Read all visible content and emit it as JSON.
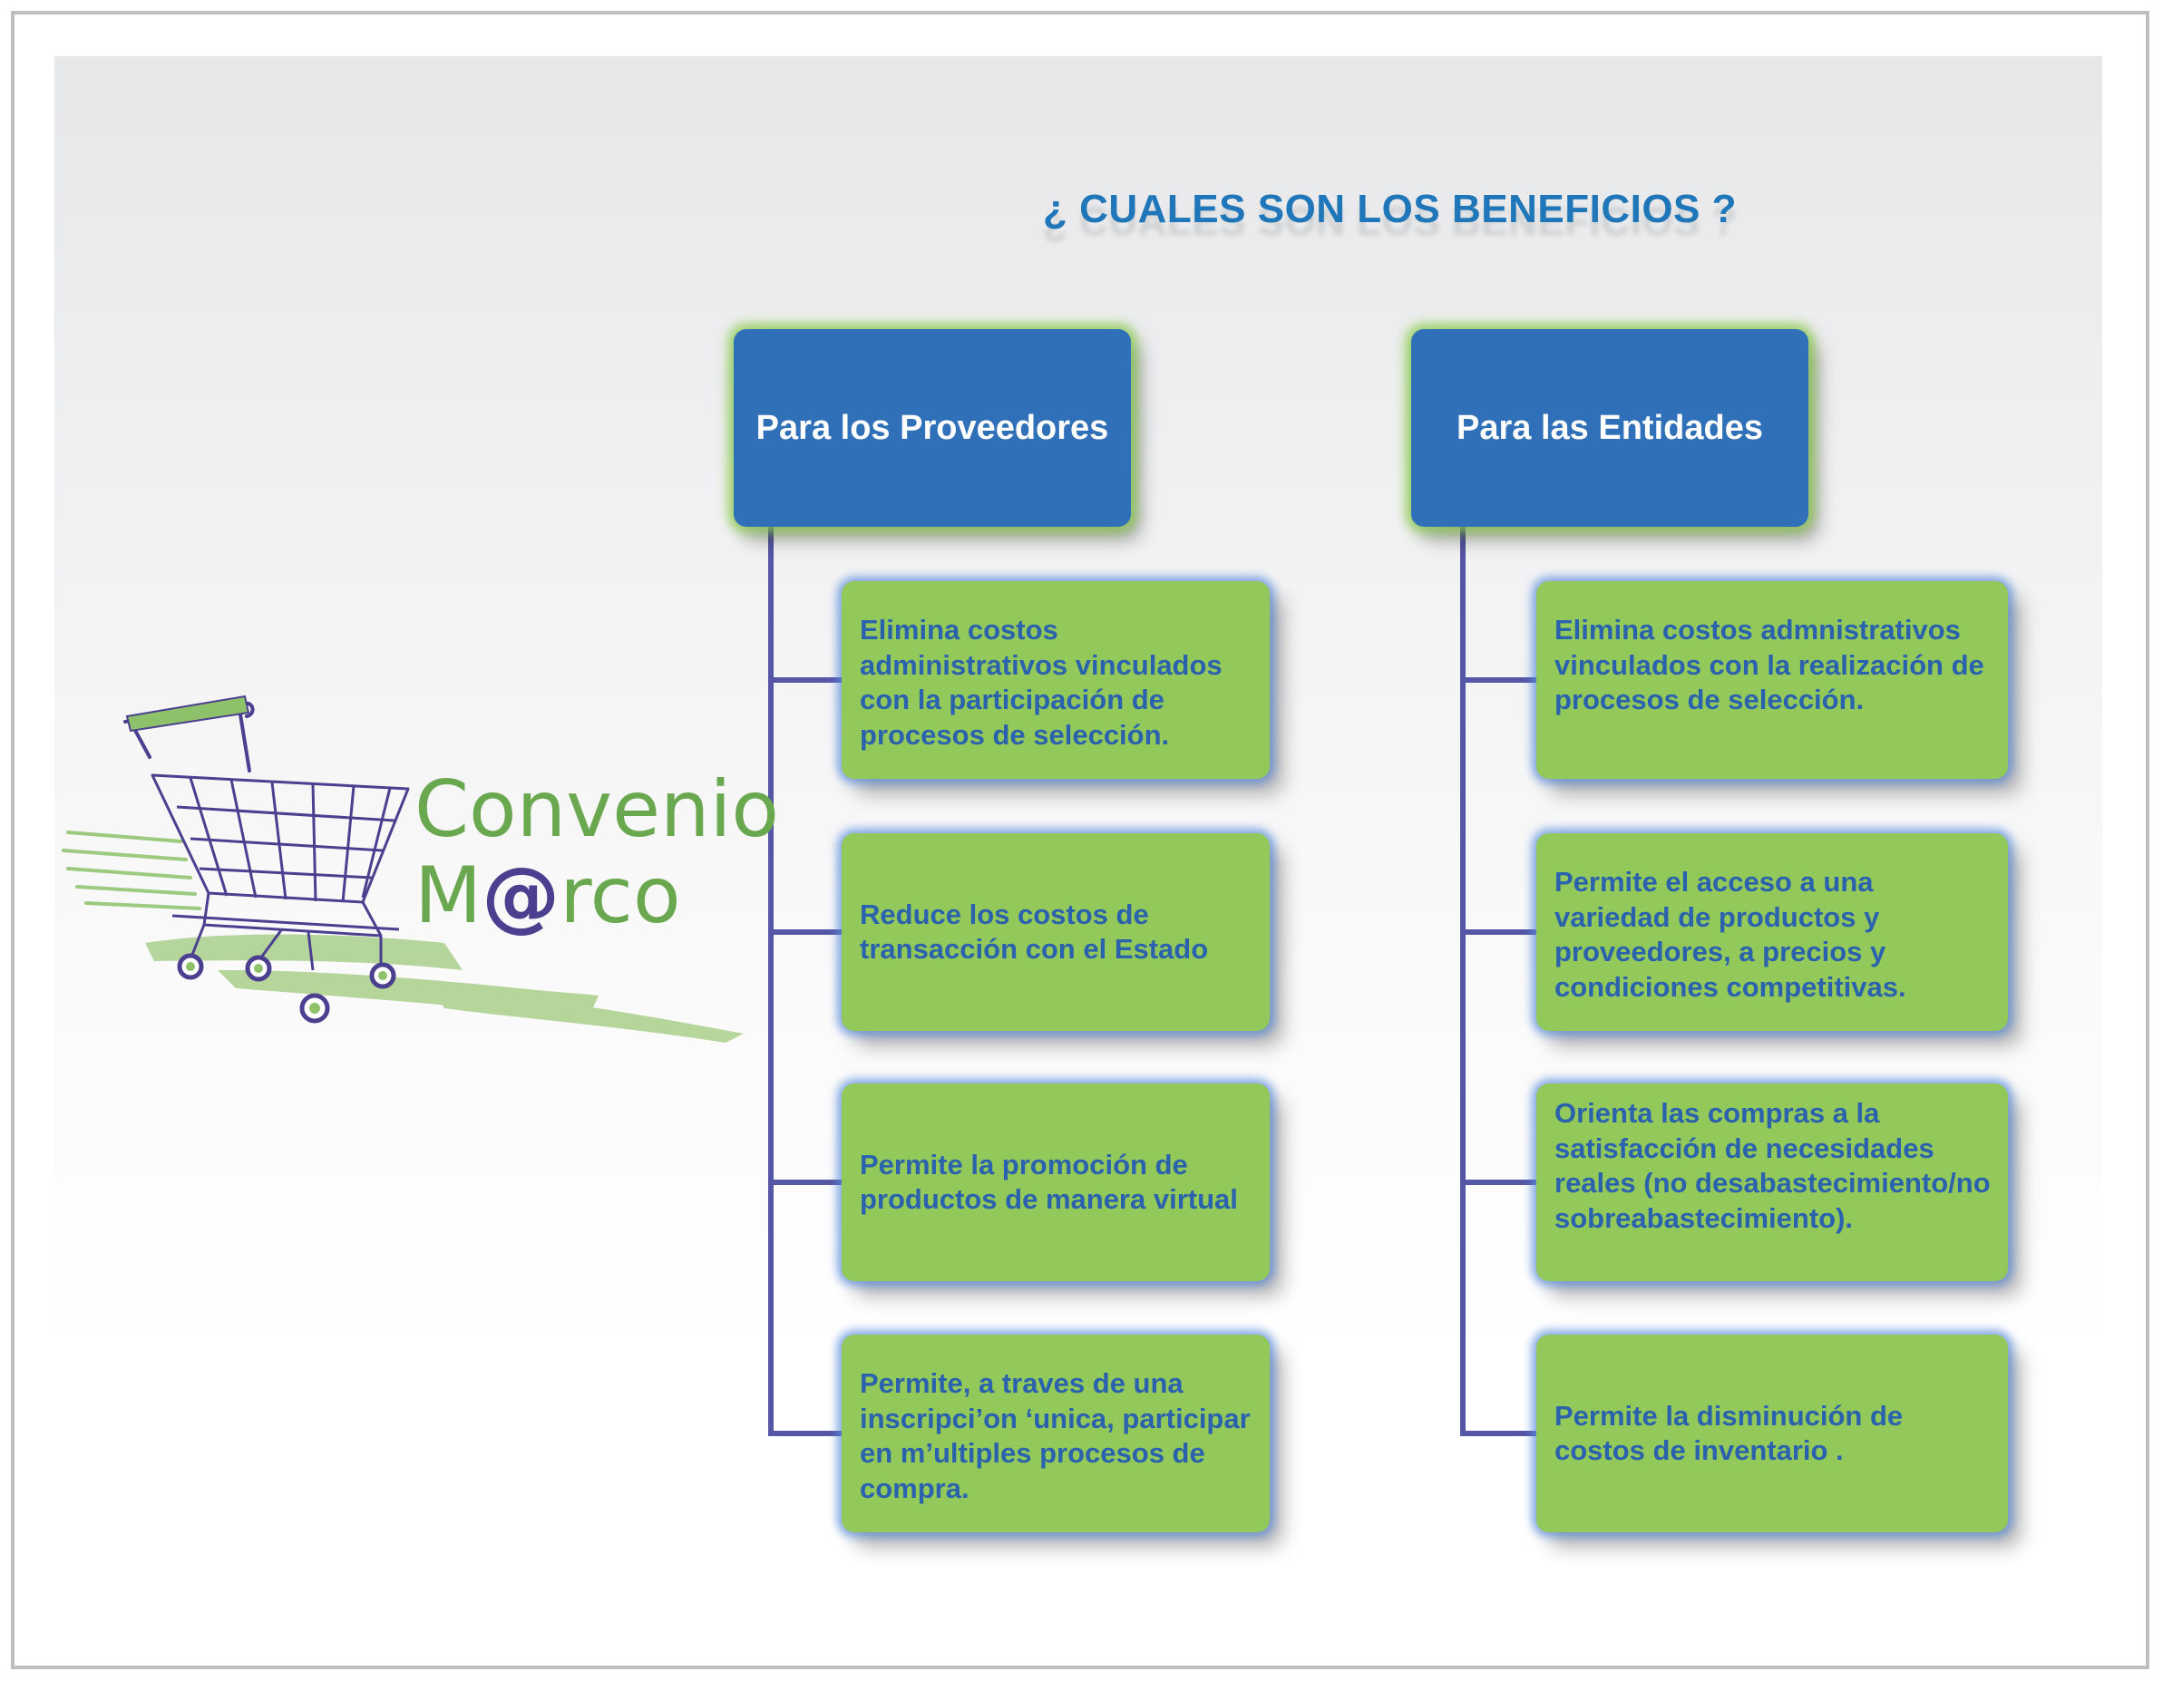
{
  "title": "¿ CUALES SON LOS BENEFICIOS ?",
  "logo": {
    "line1": "Convenio",
    "line2_a": "M",
    "line2_at": "@",
    "line2_b": "rco",
    "color_green": "#6aa84f",
    "color_purple": "#4b3f8f"
  },
  "columns": [
    {
      "header": "Para los Proveedores",
      "items": [
        "Elimina costos administrativos vinculados con la participación de procesos de selección.",
        "Reduce los costos de transacción con el Estado",
        "Permite la promoción de productos de manera virtual",
        "Permite, a traves de una inscripci’on ‘unica, participar en m’ultiples procesos de compra."
      ]
    },
    {
      "header": "Para las Entidades",
      "items": [
        "Elimina costos admnistrativos vinculados con la realización de procesos de selección.",
        "Permite el acceso a una variedad de productos y proveedores, a precios y condiciones competitivas.",
        "Orienta las compras a la satisfacción de necesidades reales (no desabastecimiento/no sobreabastecimiento).",
        "Permite la disminución de costos de inventario ."
      ]
    }
  ],
  "colors": {
    "header_fill": "#2f70b8",
    "item_fill": "#92c95a",
    "item_text": "#2b62ad",
    "title_text": "#1f76b8",
    "connector": "#5656a6"
  }
}
